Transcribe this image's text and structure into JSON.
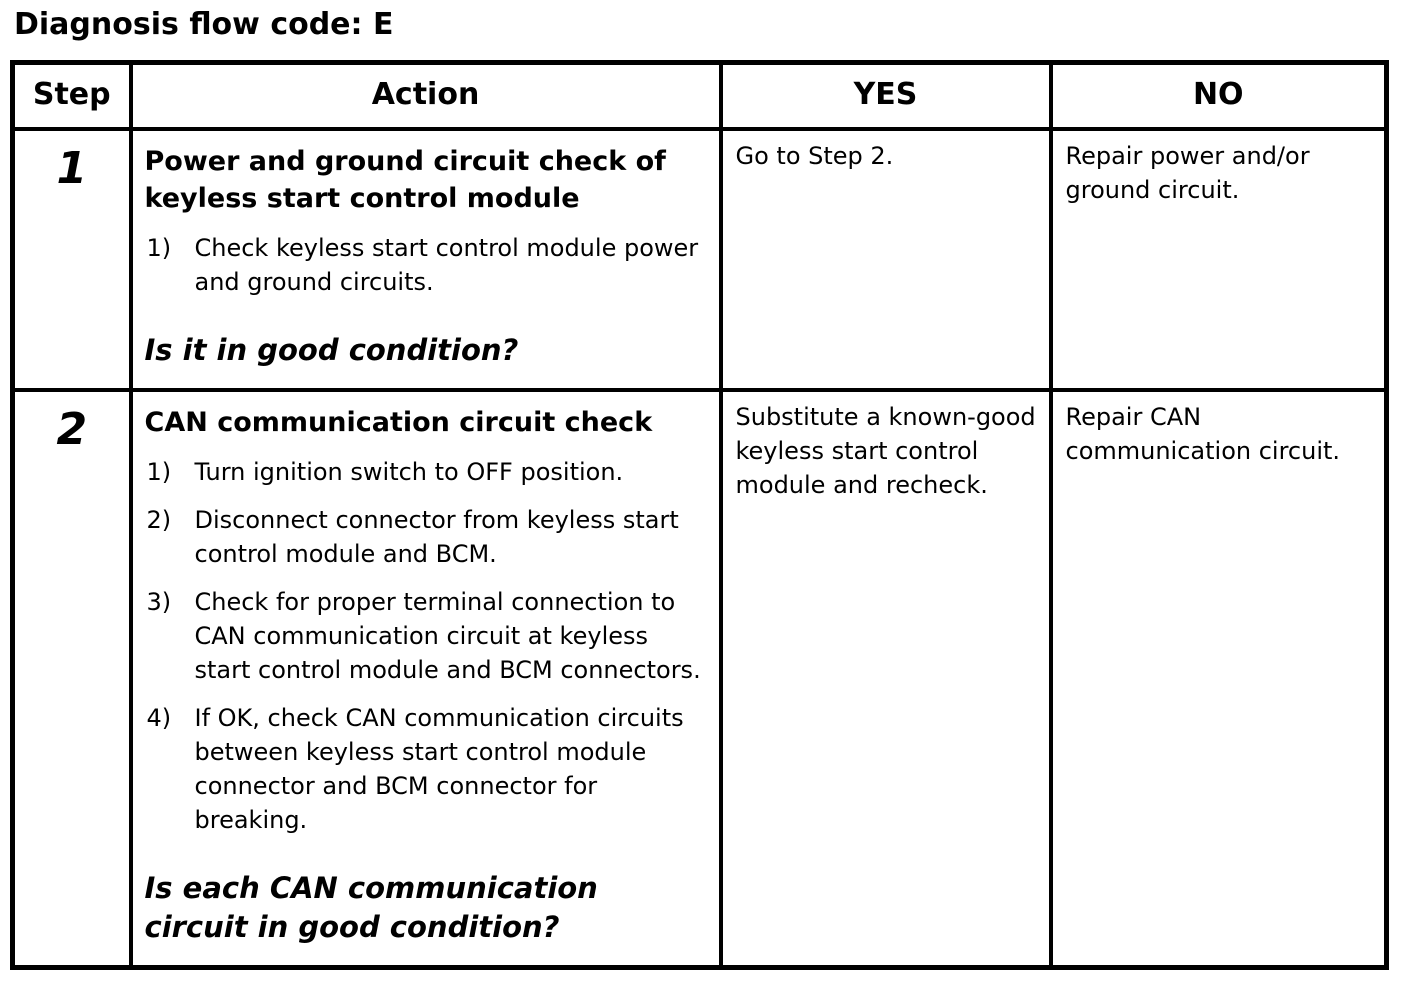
{
  "title": "Diagnosis flow code: E",
  "table": {
    "headers": {
      "step": "Step",
      "action": "Action",
      "yes": "YES",
      "no": "NO"
    },
    "rows": [
      {
        "step": "1",
        "action_title": "Power and ground circuit check of keyless start control module",
        "action_items": [
          "Check keyless start control module power and ground circuits."
        ],
        "question": "Is it in good condition?",
        "yes": "Go to Step 2.",
        "no": "Repair power and/or ground circuit."
      },
      {
        "step": "2",
        "action_title": "CAN communication circuit check",
        "action_items": [
          "Turn ignition switch to OFF position.",
          "Disconnect connector from keyless start control module and BCM.",
          "Check for proper terminal connection to CAN communication circuit at keyless start control module and BCM connectors.",
          "If OK, check CAN communication circuits between keyless start control module connector and BCM connector for breaking."
        ],
        "question": "Is each CAN communication circuit in good condition?",
        "yes": "Substitute a known-good keyless start control module and recheck.",
        "no": "Repair CAN communication circuit."
      }
    ]
  }
}
